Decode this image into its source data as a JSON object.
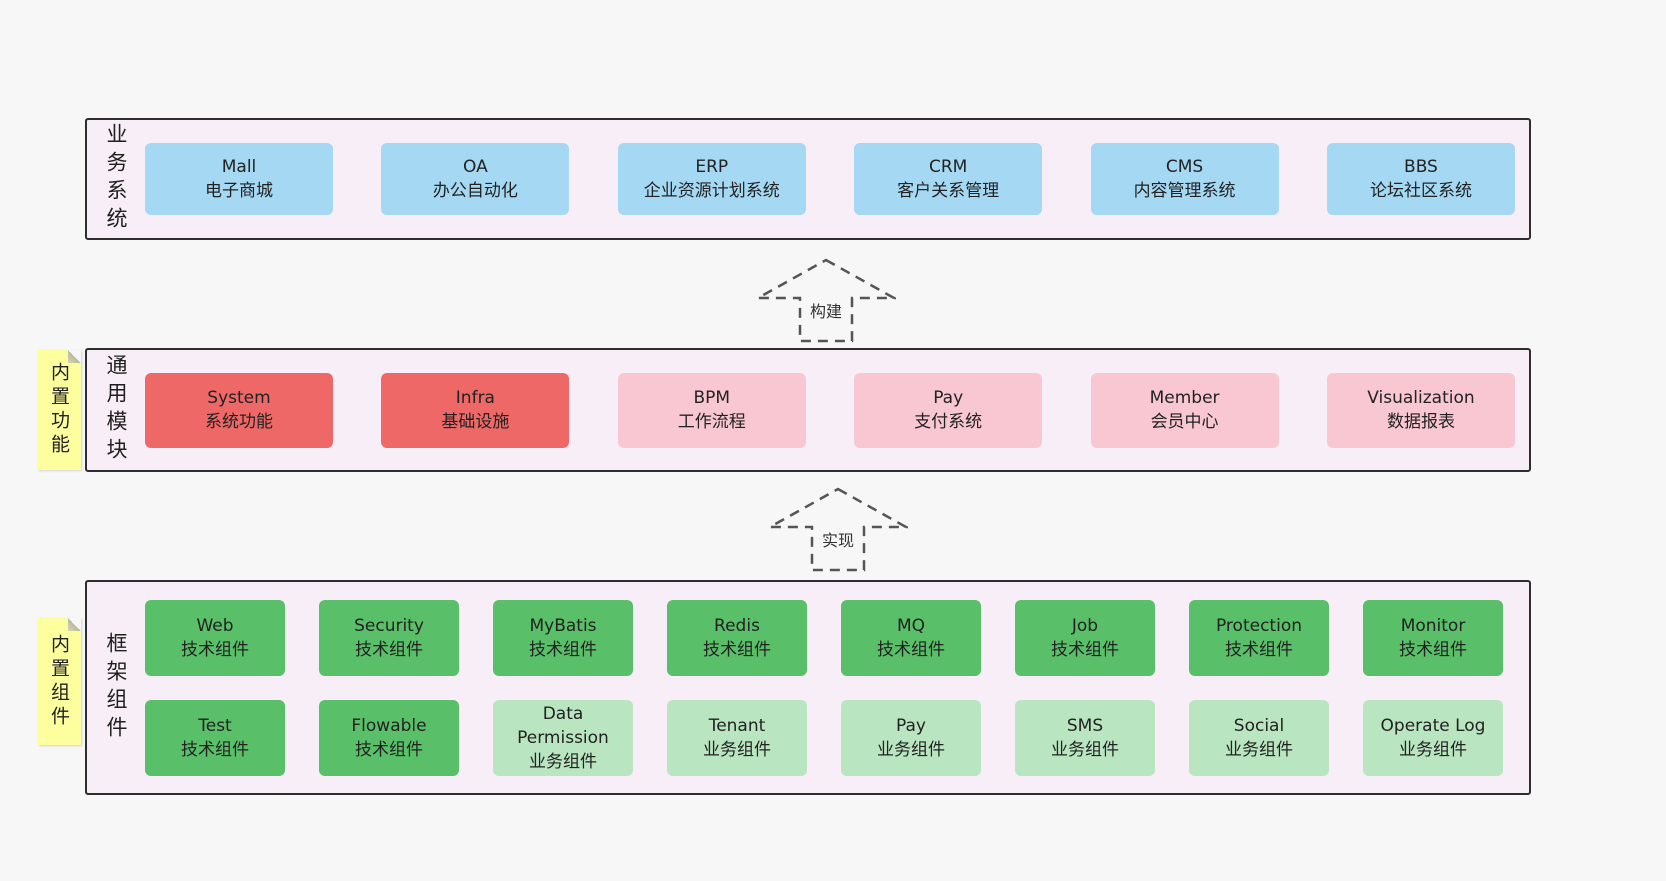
{
  "colors": {
    "page_bg": "#f7f7f7",
    "section_bg": "#f8eef7",
    "section_border": "#2e2e2e",
    "sticky_yellow": "#fdff9e",
    "blue": "#a4d8f3",
    "red": "#ef6868",
    "pink": "#f9c7d1",
    "green_dark": "#5abf69",
    "green_light": "#b9e5c1"
  },
  "sections": [
    {
      "label": "业务系统",
      "boxes": [
        {
          "title": "Mall",
          "subtitle": "电子商城",
          "color": "blue"
        },
        {
          "title": "OA",
          "subtitle": "办公自动化",
          "color": "blue"
        },
        {
          "title": "ERP",
          "subtitle": "企业资源计划系统",
          "color": "blue"
        },
        {
          "title": "CRM",
          "subtitle": "客户关系管理",
          "color": "blue"
        },
        {
          "title": "CMS",
          "subtitle": "内容管理系统",
          "color": "blue"
        },
        {
          "title": "BBS",
          "subtitle": "论坛社区系统",
          "color": "blue"
        }
      ]
    },
    {
      "label": "通用模块",
      "sticky": "内置功能",
      "boxes": [
        {
          "title": "System",
          "subtitle": "系统功能",
          "color": "red"
        },
        {
          "title": "Infra",
          "subtitle": "基础设施",
          "color": "red"
        },
        {
          "title": "BPM",
          "subtitle": "工作流程",
          "color": "pink"
        },
        {
          "title": "Pay",
          "subtitle": "支付系统",
          "color": "pink"
        },
        {
          "title": "Member",
          "subtitle": "会员中心",
          "color": "pink"
        },
        {
          "title": "Visualization",
          "subtitle": "数据报表",
          "color": "pink"
        }
      ]
    },
    {
      "label": "框架组件",
      "sticky": "内置组件",
      "rows": [
        [
          {
            "title": "Web",
            "subtitle": "技术组件",
            "color": "green_dark"
          },
          {
            "title": "Security",
            "subtitle": "技术组件",
            "color": "green_dark"
          },
          {
            "title": "MyBatis",
            "subtitle": "技术组件",
            "color": "green_dark"
          },
          {
            "title": "Redis",
            "subtitle": "技术组件",
            "color": "green_dark"
          },
          {
            "title": "MQ",
            "subtitle": "技术组件",
            "color": "green_dark"
          },
          {
            "title": "Job",
            "subtitle": "技术组件",
            "color": "green_dark"
          },
          {
            "title": "Protection",
            "subtitle": "技术组件",
            "color": "green_dark"
          },
          {
            "title": "Monitor",
            "subtitle": "技术组件",
            "color": "green_dark"
          }
        ],
        [
          {
            "title": "Test",
            "subtitle": "技术组件",
            "color": "green_dark"
          },
          {
            "title": "Flowable",
            "subtitle": "技术组件",
            "color": "green_dark"
          },
          {
            "title": "Data Permission",
            "subtitle": "业务组件",
            "color": "green_light"
          },
          {
            "title": "Tenant",
            "subtitle": "业务组件",
            "color": "green_light"
          },
          {
            "title": "Pay",
            "subtitle": "业务组件",
            "color": "green_light"
          },
          {
            "title": "SMS",
            "subtitle": "业务组件",
            "color": "green_light"
          },
          {
            "title": "Social",
            "subtitle": "业务组件",
            "color": "green_light"
          },
          {
            "title": "Operate Log",
            "subtitle": "业务组件",
            "color": "green_light"
          }
        ]
      ]
    }
  ],
  "arrows": [
    {
      "label": "构建"
    },
    {
      "label": "实现"
    }
  ]
}
